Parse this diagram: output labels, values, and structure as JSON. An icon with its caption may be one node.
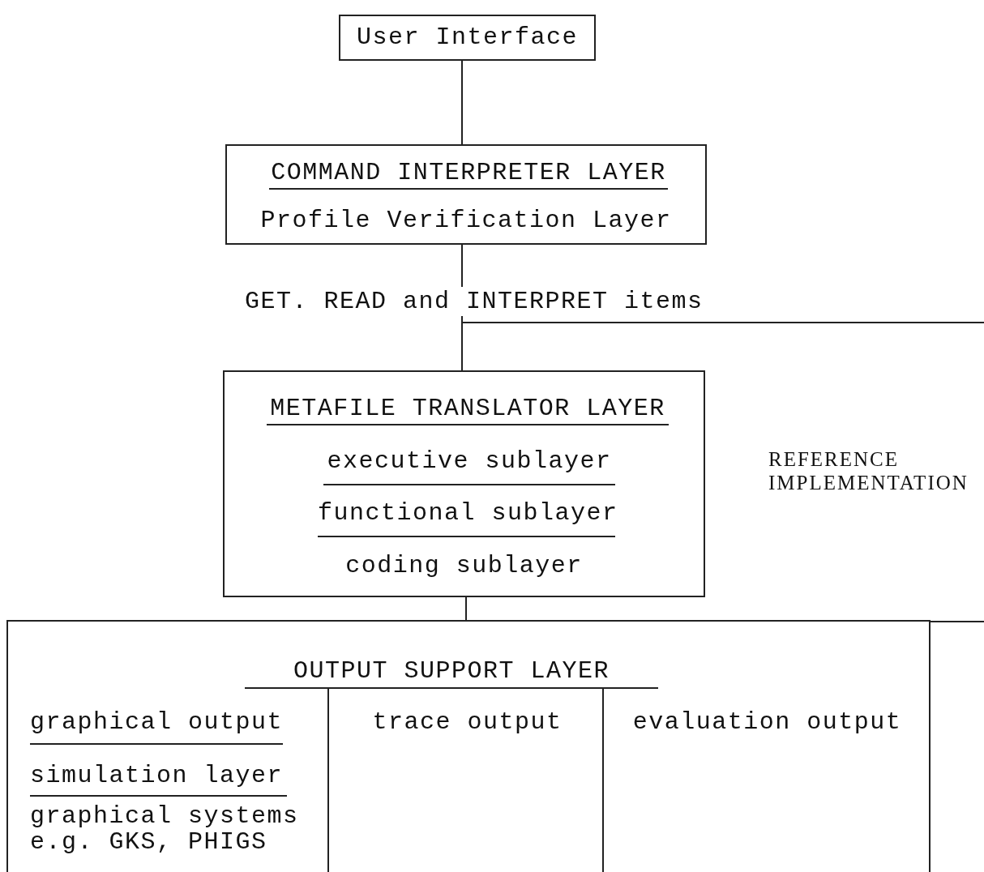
{
  "diagram": {
    "nodes": [
      {
        "text": [
          "User Interface"
        ]
      },
      {
        "text": [
          "COMMAND INTERPRETER LAYER",
          "Profile Verification Layer"
        ]
      },
      {
        "text": [
          "METAFILE TRANSLATOR LAYER",
          "executive sublayer",
          "functional sublayer",
          "coding sublayer"
        ]
      },
      {
        "text": [
          "OUTPUT SUPPORT LAYER"
        ]
      },
      {
        "text": [
          "graphical output",
          "simulation layer",
          "graphical systems e.g. GKS, PHIGS"
        ],
        "in": 3
      },
      {
        "text": [
          "trace output"
        ],
        "in": 3
      },
      {
        "text": [
          "evaluation output"
        ],
        "in": 3
      }
    ],
    "edges": [
      {
        "from": 0,
        "to": 1,
        "arrow": "none"
      },
      {
        "from": 1,
        "to": 2,
        "arrow": "none",
        "label": "GET. READ and INTERPRET items"
      },
      {
        "from": 2,
        "to": 3,
        "arrow": "none"
      }
    ],
    "labels": [
      "REFERENCE IMPLEMENTATION"
    ]
  }
}
